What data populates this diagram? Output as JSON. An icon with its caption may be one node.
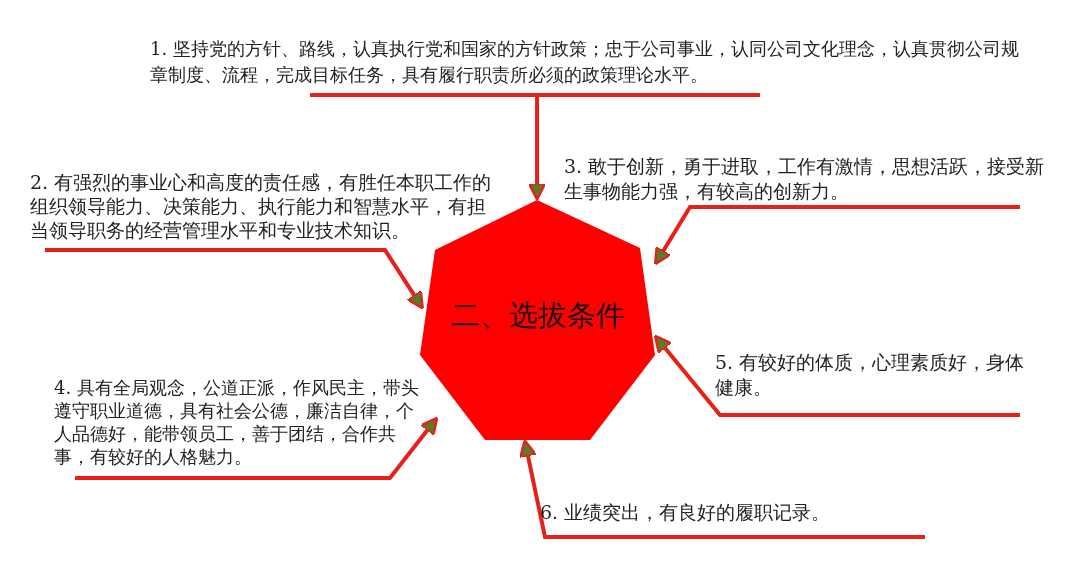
{
  "diagram": {
    "nodes": [
      {
        "text": [
          "二、选拔条件"
        ]
      },
      {
        "text": [
          "1. 坚持党的方针、路线，认真执行党和国家的方针政策；忠于公司事业，认同公司文化理念，认真贯彻公司规章制度、流程，完成目标任务，具有履行职责所必须的政策理论水平。"
        ]
      },
      {
        "text": [
          "2. 有强烈的事业心和高度的责任感，有胜任本职工作的组织领导能力、决策能力、执行能力和智慧水平，有担当领导职务的经营管理水平和专业技术知识。"
        ]
      },
      {
        "text": [
          "3. 敢于创新，勇于进取，工作有激情，思想活跃，接受新生事物能力强，有较高的创新力。"
        ]
      },
      {
        "text": [
          "4. 具有全局观念，公道正派，作风民主，带头遵守职业道德，具有社会公德，廉洁自律，个人品德好，能带领员工，善于团结，合作共事，有较好的人格魅力。"
        ]
      },
      {
        "text": [
          "5. 有较好的体质，心理素质好，身体健康。"
        ]
      },
      {
        "text": [
          "6. 业绩突出，有良好的履职记录。"
        ]
      }
    ],
    "edges": [
      {
        "from": 1,
        "to": 0,
        "arrow": "to"
      },
      {
        "from": 2,
        "to": 0,
        "arrow": "to"
      },
      {
        "from": 3,
        "to": 0,
        "arrow": "to"
      },
      {
        "from": 4,
        "to": 0,
        "arrow": "to"
      },
      {
        "from": 5,
        "to": 0,
        "arrow": "to"
      },
      {
        "from": 6,
        "to": 0,
        "arrow": "to"
      }
    ]
  }
}
